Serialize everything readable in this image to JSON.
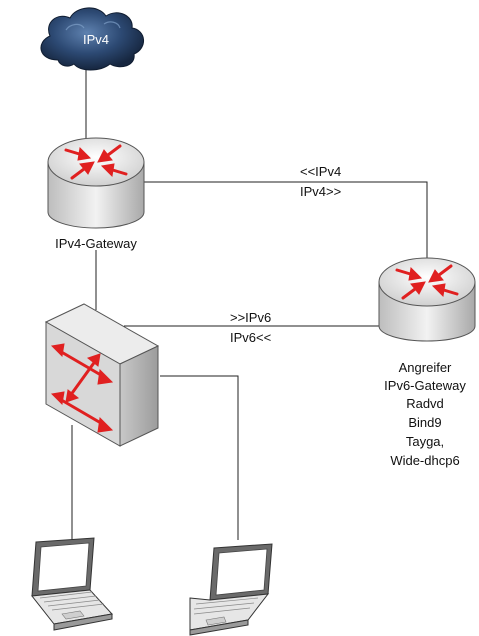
{
  "cloud": {
    "label": "IPv4"
  },
  "gateway_router": {
    "label": "IPv4-Gateway"
  },
  "link_gateway_attacker": {
    "line1": "<<IPv4",
    "line2": "IPv4>>"
  },
  "link_switch_attacker": {
    "line1": ">>IPv6",
    "line2": "IPv6<<"
  },
  "attacker_router": {
    "lines": [
      "Angreifer",
      "IPv6-Gateway",
      "Radvd",
      "Bind9",
      "Tayga,",
      "Wide-dhcp6"
    ]
  },
  "colors": {
    "arrow_red": "#e02020",
    "cloud_dark": "#1b2f4e",
    "cloud_light": "#4a6a95",
    "device_gray": "#d9d9d9",
    "line": "#222222"
  }
}
